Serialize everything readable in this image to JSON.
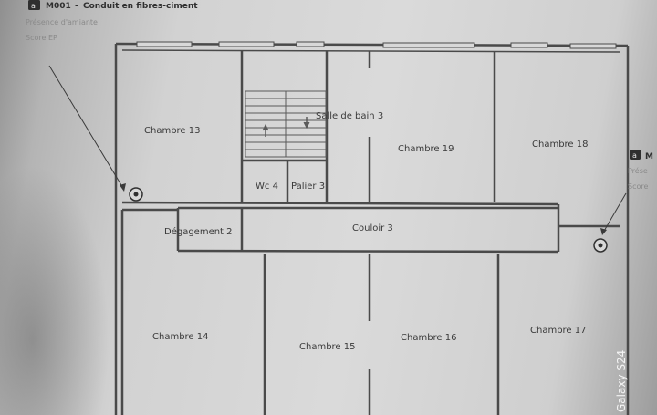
{
  "marker_left": {
    "badge": "a",
    "code": "M001",
    "title": "Conduit en fibres-ciment",
    "line1": "Présence d'amiante",
    "line2": "Score EP"
  },
  "marker_right": {
    "badge": "a",
    "code": "M",
    "line1": "Prése",
    "line2": "Score"
  },
  "rooms": {
    "chambre13": "Chambre 13",
    "sdb3": "Salle de bain 3",
    "chambre19": "Chambre 19",
    "chambre18": "Chambre 18",
    "wc4": "Wc 4",
    "palier3": "Palier 3",
    "degagement2": "Dégagement 2",
    "couloir3": "Couloir 3",
    "chambre14": "Chambre 14",
    "chambre15": "Chambre 15",
    "chambre16": "Chambre 16",
    "chambre17": "Chambre 17"
  },
  "watermark": "Galaxy S24"
}
